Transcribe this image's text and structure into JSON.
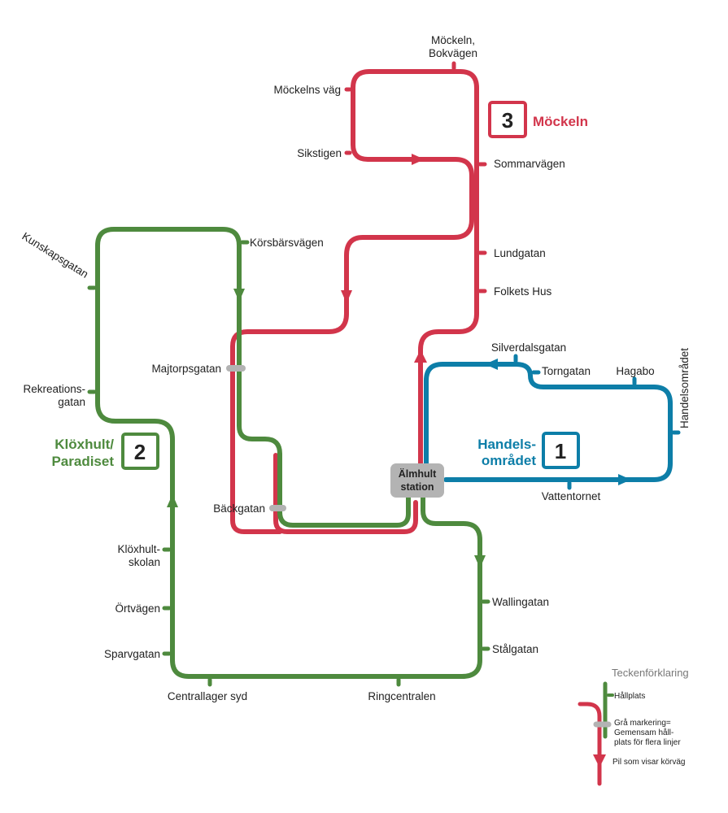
{
  "colors": {
    "red": "#d2354b",
    "green": "#4e8a3e",
    "blue": "#0d7ea8",
    "gray": "#b3b3b3"
  },
  "hub": {
    "line1": "Älmhult",
    "line2": "station"
  },
  "routes": {
    "r1": {
      "number": "1",
      "name1": "Handels-",
      "name2": "området"
    },
    "r2": {
      "number": "2",
      "name1": "Klöxhult/",
      "name2": "Paradiset"
    },
    "r3": {
      "number": "3",
      "name": "Möckeln"
    }
  },
  "stops": {
    "mockeln_bokvagen_1": "Möckeln,",
    "mockeln_bokvagen_2": "Bokvägen",
    "mockelns_vag": "Möckelns väg",
    "sikstigen": "Sikstigen",
    "sommarvagen": "Sommarvägen",
    "lundgatan": "Lundgatan",
    "folkets_hus": "Folkets Hus",
    "korsbarsvagen": "Körsbärsvägen",
    "kunskapsgatan": "Kunskapsgatan",
    "majtorpsgatan": "Majtorpsgatan",
    "rekreations_1": "Rekreations-",
    "rekreations_2": "gatan",
    "backgatan": "Bäckgatan",
    "kloxhult_1": "Klöxhult-",
    "kloxhult_2": "skolan",
    "ortvagen": "Örtvägen",
    "sparvgatan": "Sparvgatan",
    "centrallager": "Centrallager syd",
    "ringcentralen": "Ringcentralen",
    "wallingatan": "Wallingatan",
    "stalgatan": "Stålgatan",
    "silverdalsgatan": "Silverdalsgatan",
    "torngatan": "Torngatan",
    "hagabo": "Hagabo",
    "handelsomradet": "Handelsområdet",
    "vattentornet": "Vattentornet"
  },
  "legend": {
    "title": "Teckenförklaring",
    "stop": "Hållplats",
    "shared_1": "Grå markering=",
    "shared_2": "Gemensam håll-",
    "shared_3": "plats för flera linjer",
    "arrow": "Pil som visar körväg"
  }
}
